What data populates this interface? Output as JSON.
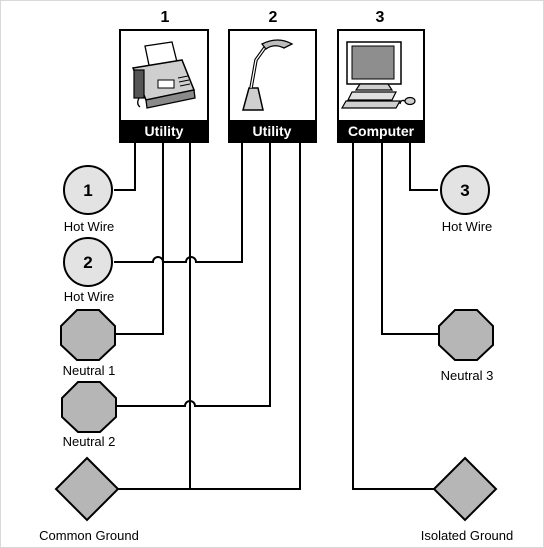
{
  "devices": [
    {
      "number": "1",
      "label": "Utility",
      "icon": "fax-machine-icon"
    },
    {
      "number": "2",
      "label": "Utility",
      "icon": "desk-lamp-icon"
    },
    {
      "number": "3",
      "label": "Computer",
      "icon": "computer-icon"
    }
  ],
  "terminals": {
    "hot1": {
      "number": "1",
      "label": "Hot Wire"
    },
    "hot2": {
      "number": "2",
      "label": "Hot Wire"
    },
    "hot3": {
      "number": "3",
      "label": "Hot Wire"
    },
    "neutral1": {
      "label": "Neutral 1"
    },
    "neutral2": {
      "label": "Neutral 2"
    },
    "neutral3": {
      "label": "Neutral 3"
    },
    "common_ground": {
      "label": "Common Ground"
    },
    "isolated_ground": {
      "label": "Isolated Ground"
    }
  }
}
